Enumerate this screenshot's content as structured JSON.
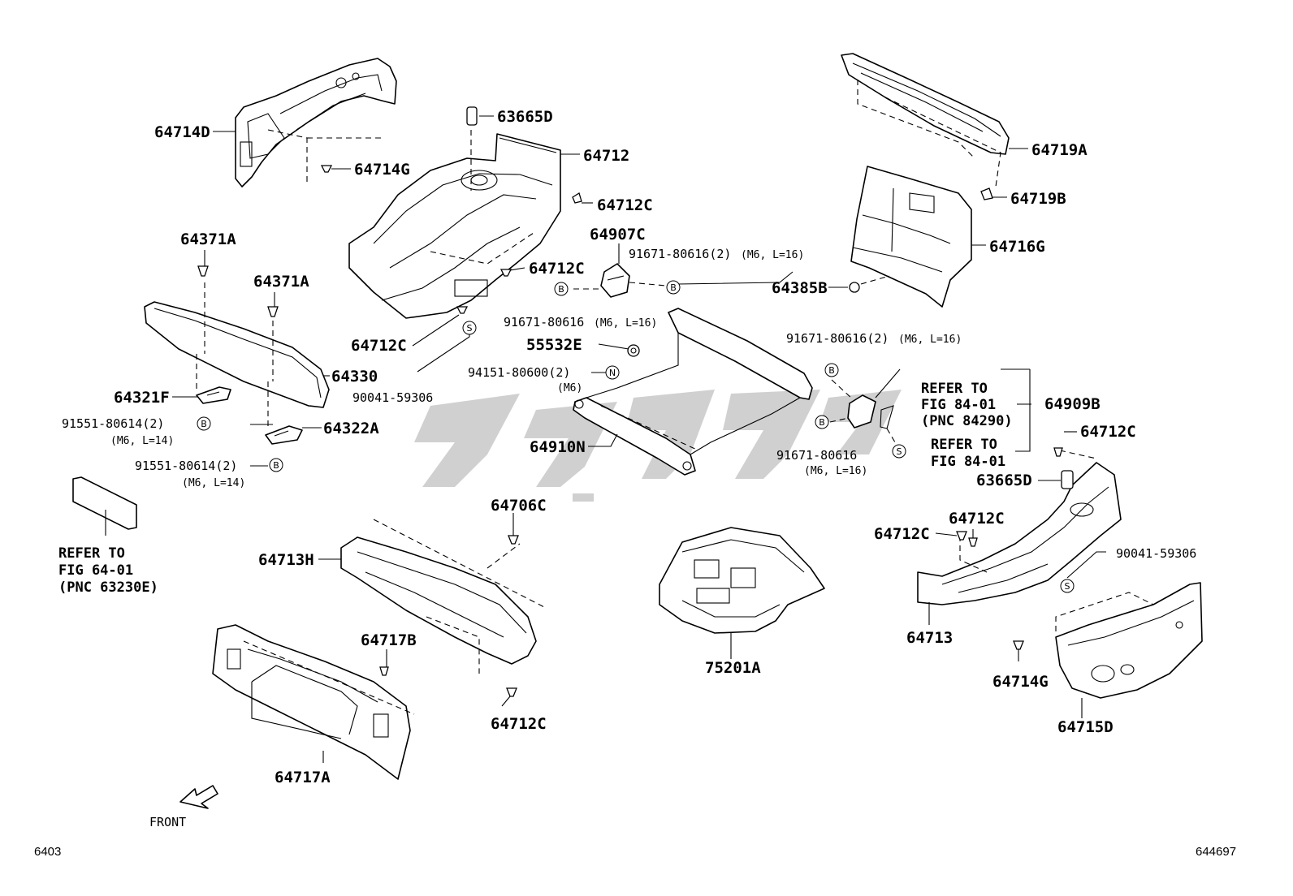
{
  "watermark": {
    "color": "#c8c8c8"
  },
  "part_labels": {
    "p64714D": "64714D",
    "p64714G_top": "64714G",
    "p63665D_top": "63665D",
    "p64712": "64712",
    "p64712C_a": "64712C",
    "p64712C_b": "64712C",
    "p64712C_c": "64712C",
    "p64907C": "64907C",
    "p64719A": "64719A",
    "p64719B": "64719B",
    "p64716G": "64716G",
    "p64385B": "64385B",
    "p64371A_a": "64371A",
    "p64371A_b": "64371A",
    "p64330": "64330",
    "p64321F": "64321F",
    "p64322A": "64322A",
    "p55532E": "55532E",
    "p64910N": "64910N",
    "p64909B": "64909B",
    "p64712C_d": "64712C",
    "p63665D_right": "63665D",
    "p64706C": "64706C",
    "p64713H": "64713H",
    "p64717B": "64717B",
    "p64712C_e": "64712C",
    "p64717A": "64717A",
    "p75201A": "75201A",
    "p64712C_f": "64712C",
    "p64712C_g": "64712C",
    "p64713": "64713",
    "p64714G_right": "64714G",
    "p64715D": "64715D"
  },
  "fastener_labels": {
    "f91671_top": "91671-80616(2)",
    "f91671_top_spec": "(M6, L=16)",
    "f91671_mid": "91671-80616",
    "f91671_mid_spec": "(M6, L=16)",
    "f90041_left": "90041-59306",
    "f94151": "94151-80600(2)",
    "f94151_spec": "(M6)",
    "f91551_a": "91551-80614(2)",
    "f91551_a_spec": "(M6, L=14)",
    "f91551_b": "91551-80614(2)",
    "f91551_b_spec": "(M6, L=14)",
    "f91671_right_top": "91671-80616(2)",
    "f91671_right_top_spec": "(M6, L=16)",
    "f91671_right_low": "91671-80616",
    "f91671_right_low_spec": "(M6, L=16)",
    "f90041_right": "90041-59306"
  },
  "symbols": {
    "bolt": "B",
    "screw": "S",
    "nut": "N"
  },
  "references": {
    "ref_8401a": [
      "REFER TO",
      "FIG 84-01",
      "(PNC 84290)"
    ],
    "ref_8401b": [
      "REFER TO",
      "FIG 84-01"
    ],
    "ref_6401": [
      "REFER TO",
      "FIG 64-01",
      "(PNC 63230E)"
    ]
  },
  "front_label": "FRONT",
  "corner": {
    "left_code": "6403",
    "right_code": "644697"
  }
}
